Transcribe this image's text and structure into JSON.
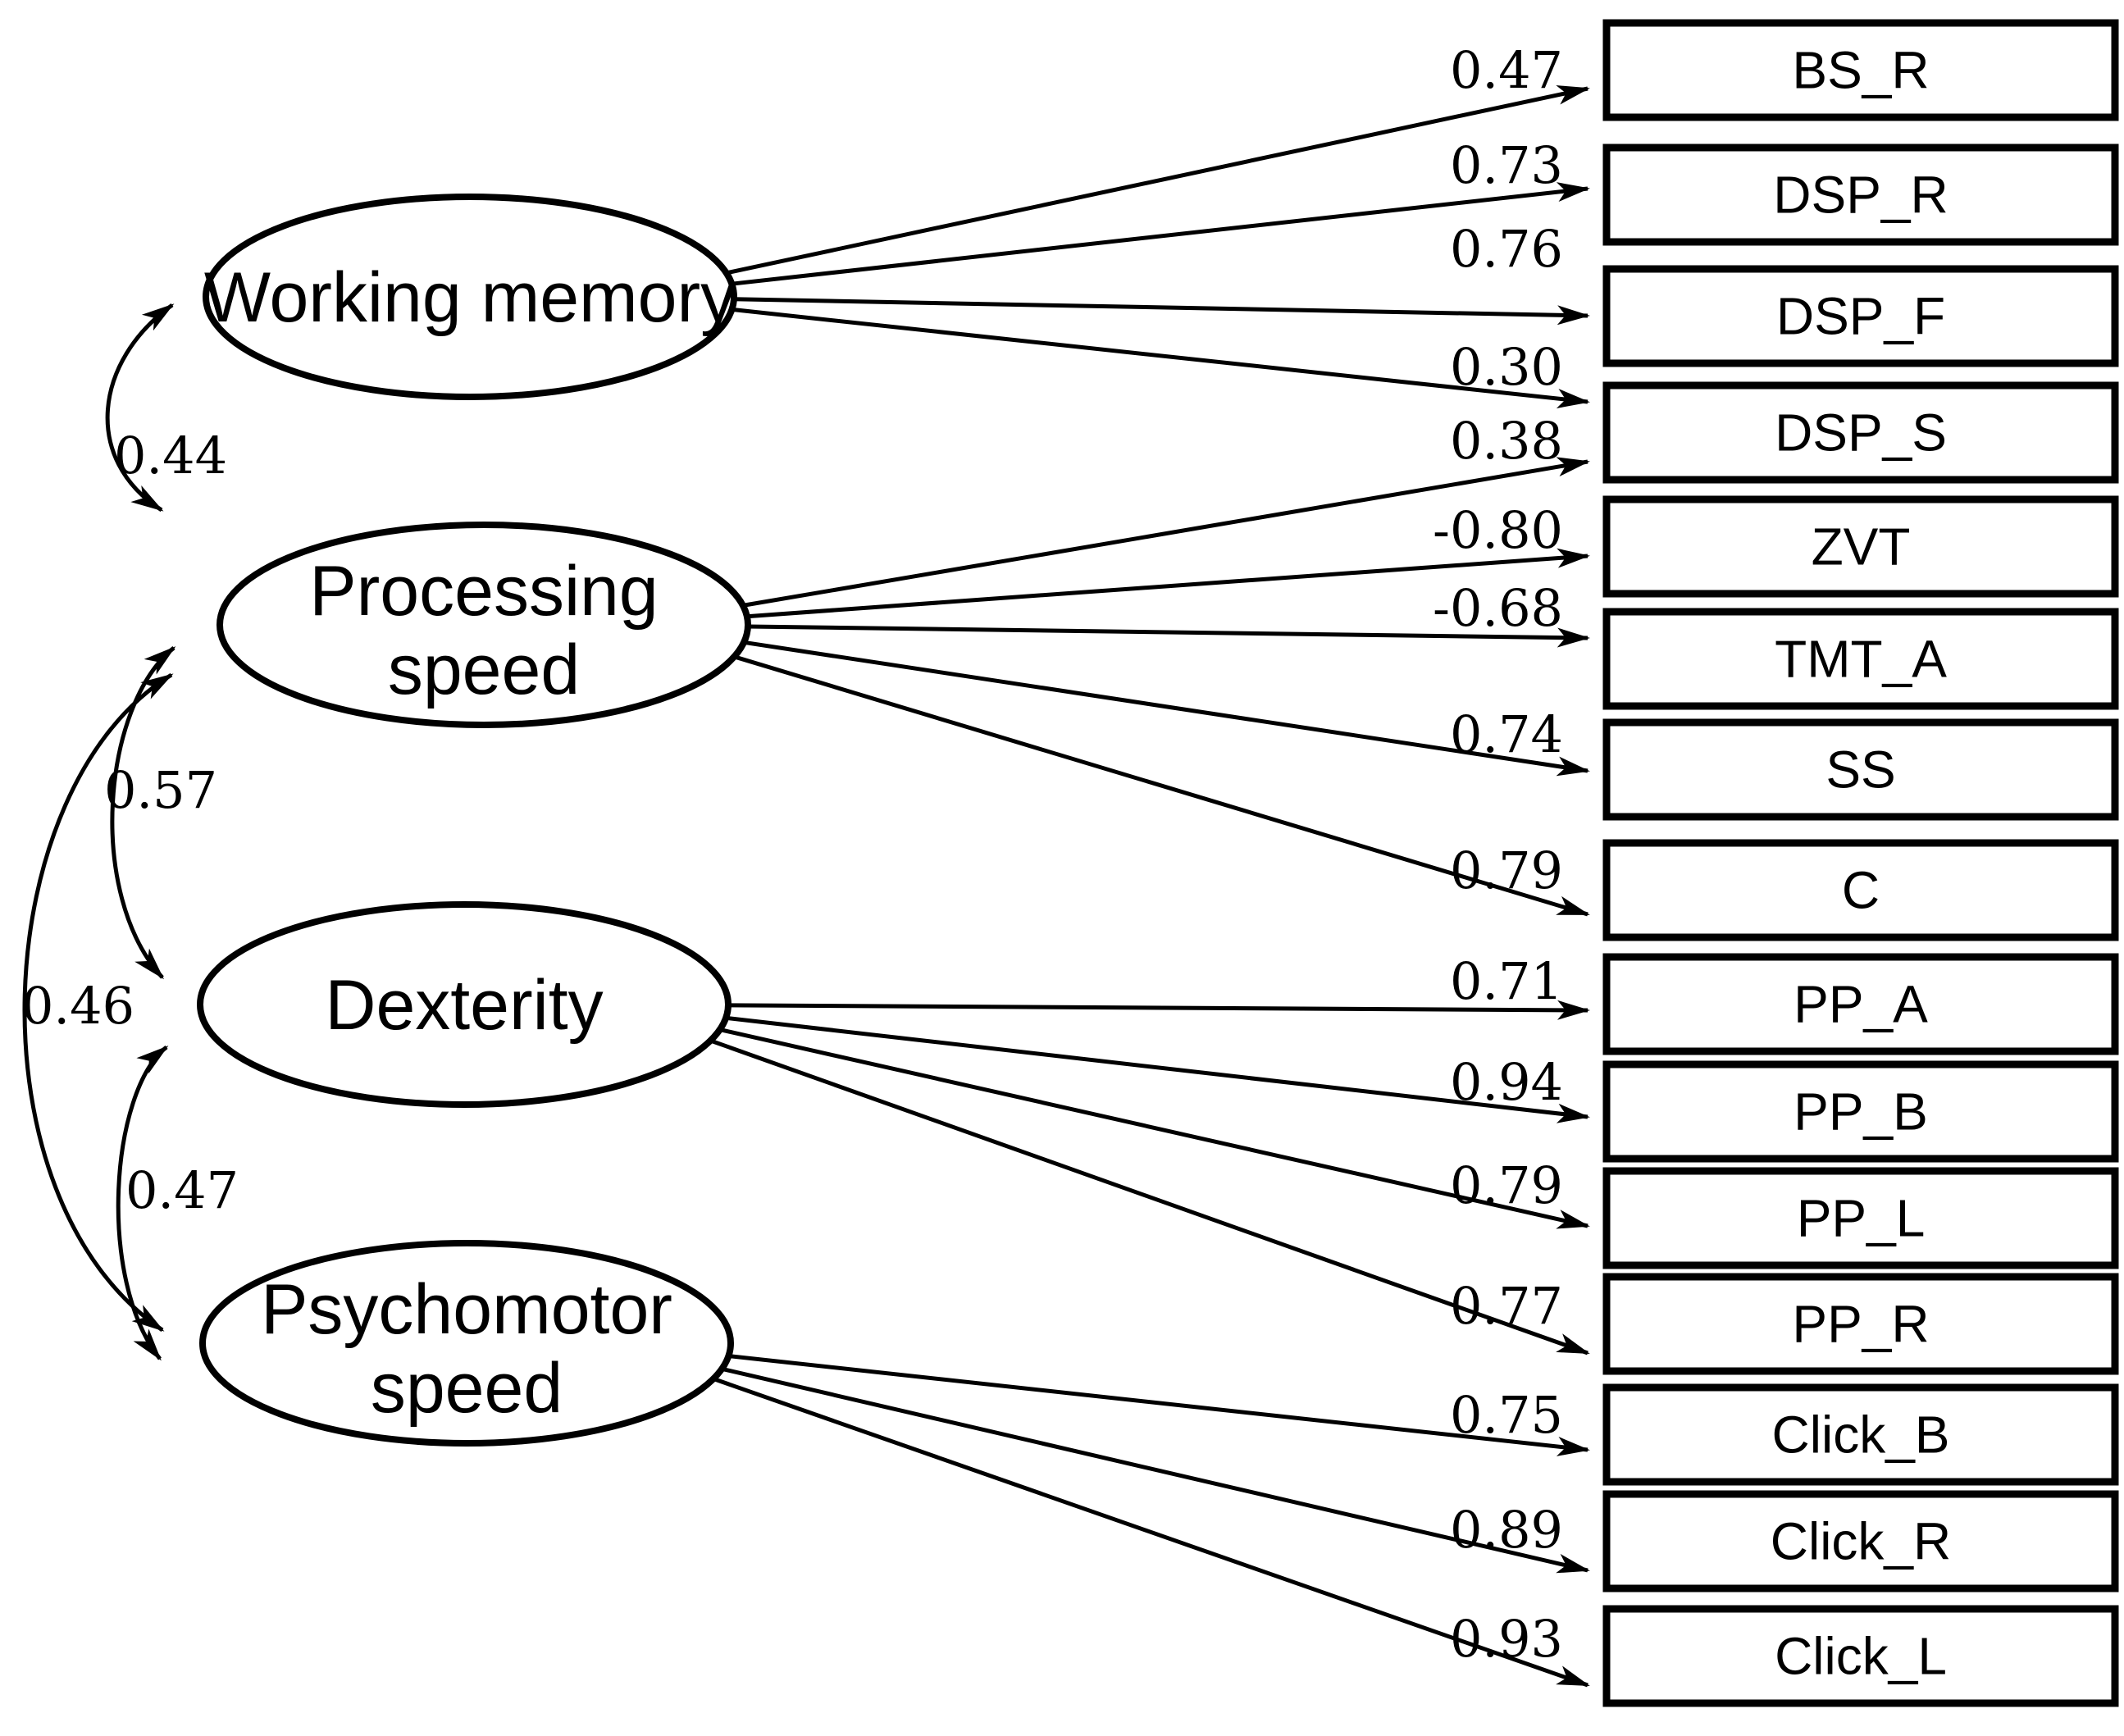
{
  "diagram": {
    "type": "confirmatory-factor-analysis-path-diagram",
    "factors": [
      {
        "id": "wm",
        "label": "Working memory",
        "lines": [
          "Working memory"
        ]
      },
      {
        "id": "ps",
        "label": "Processing speed",
        "lines": [
          "Processing",
          "speed"
        ]
      },
      {
        "id": "dex",
        "label": "Dexterity",
        "lines": [
          "Dexterity"
        ]
      },
      {
        "id": "pm",
        "label": "Psychomotor speed",
        "lines": [
          "Psychomotor",
          "speed"
        ]
      }
    ],
    "indicators": [
      "BS_R",
      "DSP_R",
      "DSP_F",
      "DSP_S",
      "ZVT",
      "TMT_A",
      "SS",
      "C",
      "PP_A",
      "PP_B",
      "PP_L",
      "PP_R",
      "Click_B",
      "Click_R",
      "Click_L"
    ],
    "loadings": [
      {
        "factor": "wm",
        "indicator": "BS_R",
        "value": "0.47"
      },
      {
        "factor": "wm",
        "indicator": "DSP_R",
        "value": "0.73"
      },
      {
        "factor": "wm",
        "indicator": "DSP_F",
        "value": "0.76"
      },
      {
        "factor": "wm",
        "indicator": "DSP_S",
        "value": "0.30"
      },
      {
        "factor": "ps",
        "indicator": "DSP_S",
        "value": "0.38"
      },
      {
        "factor": "ps",
        "indicator": "ZVT",
        "value": "-0.80"
      },
      {
        "factor": "ps",
        "indicator": "TMT_A",
        "value": "-0.68"
      },
      {
        "factor": "ps",
        "indicator": "SS",
        "value": "0.74"
      },
      {
        "factor": "ps",
        "indicator": "C",
        "value": "0.79"
      },
      {
        "factor": "dex",
        "indicator": "PP_A",
        "value": "0.71"
      },
      {
        "factor": "dex",
        "indicator": "PP_B",
        "value": "0.94"
      },
      {
        "factor": "dex",
        "indicator": "PP_L",
        "value": "0.79"
      },
      {
        "factor": "dex",
        "indicator": "PP_R",
        "value": "0.77"
      },
      {
        "factor": "pm",
        "indicator": "Click_B",
        "value": "0.75"
      },
      {
        "factor": "pm",
        "indicator": "Click_R",
        "value": "0.89"
      },
      {
        "factor": "pm",
        "indicator": "Click_L",
        "value": "0.93"
      }
    ],
    "correlations": [
      {
        "between": [
          "wm",
          "ps"
        ],
        "value": "0.44"
      },
      {
        "between": [
          "ps",
          "dex"
        ],
        "value": "0.57"
      },
      {
        "between": [
          "ps",
          "pm"
        ],
        "value": "0.46"
      },
      {
        "between": [
          "dex",
          "pm"
        ],
        "value": "0.47"
      }
    ],
    "colors": {
      "ink": "#000000",
      "background": "#ffffff"
    }
  }
}
